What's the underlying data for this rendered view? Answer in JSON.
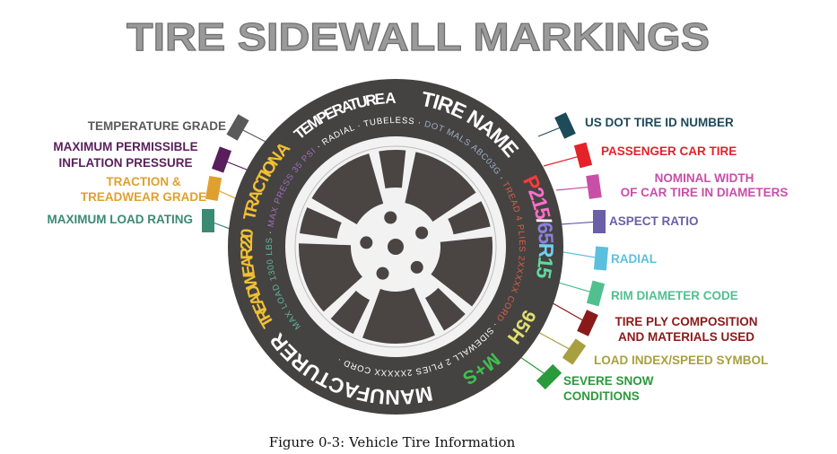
{
  "title": "TIRE SIDEWALL MARKINGS",
  "caption": "Figure 0-3: Vehicle Tire Information",
  "left_labels": [
    {
      "lines": [
        "TEMPERATURE GRADE"
      ],
      "color": "#5a5a5a"
    },
    {
      "lines": [
        "MAXIMUM PERMISSIBLE",
        "INFLATION PRESSURE"
      ],
      "color": "#5a1e5c"
    },
    {
      "lines": [
        "TRACTION &",
        "TREADWEAR GRADE"
      ],
      "color": "#e0a030"
    },
    {
      "lines": [
        "MAXIMUM LOAD RATING"
      ],
      "color": "#3b8a72"
    }
  ],
  "right_labels": [
    {
      "lines": [
        "US DOT TIRE ID NUMBER"
      ],
      "color": "#1e4a5a"
    },
    {
      "lines": [
        "PASSENGER CAR TIRE"
      ],
      "color": "#e3222a"
    },
    {
      "lines": [
        "NOMINAL WIDTH",
        "OF CAR TIRE IN DIAMETERS"
      ],
      "color": "#c84fa8"
    },
    {
      "lines": [
        "ASPECT RATIO"
      ],
      "color": "#6a5fa8"
    },
    {
      "lines": [
        "RADIAL"
      ],
      "color": "#5bc0de"
    },
    {
      "lines": [
        "RIM DIAMETER CODE"
      ],
      "color": "#50c090"
    },
    {
      "lines": [
        "TIRE PLY COMPOSITION",
        "AND MATERIALS USED"
      ],
      "color": "#8a1a1a"
    },
    {
      "lines": [
        "LOAD INDEX/SPEED SYMBOL"
      ],
      "color": "#a8a040"
    },
    {
      "lines": [
        "SEVERE SNOW",
        "CONDITIONS"
      ],
      "color": "#2a9a3a"
    }
  ],
  "tire": {
    "outer": {
      "treadwear": "TREADWEAR 220",
      "traction": "TRACTION A",
      "temperature": "TEMPERATURE A",
      "tire_name": "TIRE NAME",
      "size": {
        "p": "P",
        "width": "215",
        "slash": "/",
        "aspect": "65",
        "r": "R",
        "rim": "15"
      },
      "load_speed": "95H",
      "snow": "M+S",
      "manufacturer": "MANUFACTURER"
    },
    "inner": {
      "max_load": "MAX LOAD 1300 LBS",
      "max_press": "MAX PRESS 35 PSI",
      "radial_tubeless": "RADIAL · TUBELESS",
      "dot": "DOT MALS ABC03G",
      "tread": "TREAD 4 PLIES 2XXXXX CORD",
      "sidewall": "SIDEWALL 2 PLIES 2XXXXX CORD",
      "sep": " · "
    },
    "colors": {
      "tire": "#454242",
      "rim": "#f2f2f2",
      "window": "#4a4443",
      "max_load": "#5fb8a0",
      "max_press": "#a070b8",
      "dot": "#9ab0c8",
      "tread": "#d8604a",
      "traction": "#f0c030",
      "size_p": "#ff3a3a",
      "size_width": "#ff6fc8",
      "size_aspect": "#8a80e0",
      "size_r": "#6fd0f0",
      "size_rim": "#60d8a0",
      "load_speed": "#e0e070",
      "snow": "#40c050"
    }
  }
}
